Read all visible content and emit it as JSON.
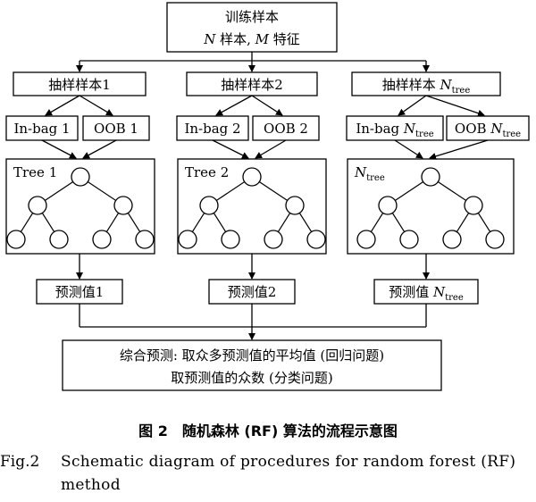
{
  "top_box": {
    "line1": "训练样本",
    "line2_prefix": "N",
    "line2_mid": " 样本, ",
    "line2_m": "M",
    "line2_suffix": " 特征"
  },
  "samples": [
    {
      "label": "抽样样本1",
      "sub": ""
    },
    {
      "label": "抽样样本2",
      "sub": ""
    },
    {
      "label": "抽样样本 N",
      "sub": "tree"
    }
  ],
  "inbag": [
    {
      "label": "In-bag 1",
      "sub": ""
    },
    {
      "label": "In-bag 2",
      "sub": ""
    },
    {
      "label": "In-bag N",
      "sub": "tree"
    }
  ],
  "oob": [
    {
      "label": "OOB 1",
      "sub": ""
    },
    {
      "label": "OOB 2",
      "sub": ""
    },
    {
      "label": "OOB N",
      "sub": "tree"
    }
  ],
  "trees": [
    {
      "label": "Tree 1",
      "sub": ""
    },
    {
      "label": "Tree 2",
      "sub": ""
    },
    {
      "label": "N",
      "sub": "tree"
    }
  ],
  "predictions": [
    {
      "label": "预测值1",
      "sub": ""
    },
    {
      "label": "预测值2",
      "sub": ""
    },
    {
      "label": "预测值 N",
      "sub": "tree"
    }
  ],
  "final_box": {
    "line1": "综合预测: 取众多预测值的平均值 (回归问题)",
    "line2": "取预测值的众数 (分类问题)"
  },
  "caption": {
    "cn": "图 2　随机森林 (RF) 算法的流程示意图",
    "en_label": "Fig.2",
    "en_text": "Schematic diagram of procedures for random forest (RF) method"
  }
}
